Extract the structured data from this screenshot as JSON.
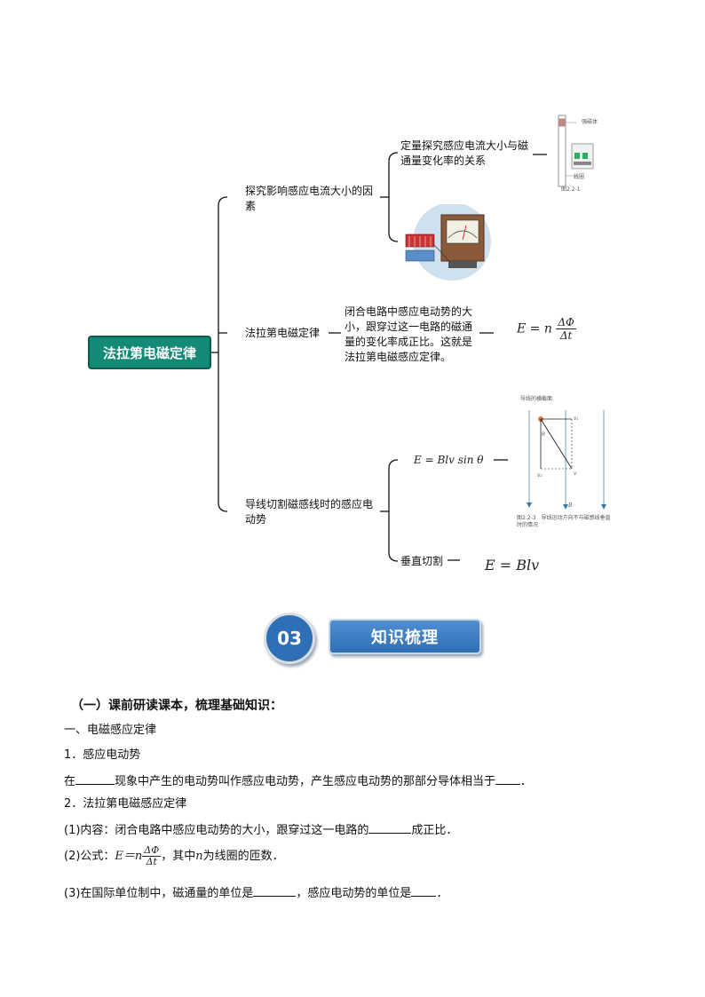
{
  "mindmap": {
    "root": "法拉第电磁定律",
    "branch1": {
      "label": "探究影响感应电流大小的因素",
      "child1": "定量探究感应电流大小与磁通量变化率的关系",
      "fig1_label_top": "强磁体",
      "fig1_label_bottom": "线圈",
      "fig1_caption": "图2.2-1"
    },
    "branch2": {
      "label": "法拉第电磁定律",
      "child": "闭合电路中感应电动势的大小，跟穿过这一电路的磁通量的变化率成正比。这就是法拉第电磁感应定律。",
      "formula_lhs": "E = n",
      "formula_num": "ΔΦ",
      "formula_den": "Δt"
    },
    "branch3": {
      "label": "导线切割磁感线时的感应电动势",
      "child1_formula": "E = Blv sin θ",
      "child2": "垂直切割",
      "child2_formula": "E = Blv",
      "fig_title": "导线的横截面",
      "fig_v1": "v₁",
      "fig_v2": "v₂",
      "fig_v": "v",
      "fig_theta": "θ",
      "fig_B": "B",
      "fig_caption": "图2.2-3　导线运动方向不与磁感线垂直时的情况"
    }
  },
  "section": {
    "number": "03",
    "title": "知识梳理"
  },
  "content": {
    "heading": "（一）课前研读课本，梳理基础知识：",
    "h1": "一、电磁感应定律",
    "item1_title": "1．感应电动势",
    "item1_p_a": "在",
    "item1_p_b": "现象中产生的电动势叫作感应电动势，产生感应电动势的那部分导体相当于",
    "item1_p_c": "．",
    "item2_title": "2．法拉第电磁感应定律",
    "item2_1_a": "(1)内容：闭合电路中感应电动势的大小，跟穿过这一电路的",
    "item2_1_b": "成正比．",
    "item2_2_a": "(2)公式：",
    "item2_2_formula": "E＝n",
    "item2_2_num": "ΔΦ",
    "item2_2_den": "Δt",
    "item2_2_b": "，其中",
    "item2_2_n": "n",
    "item2_2_c": "为线圈的匝数．",
    "item2_3_a": "(3)在国际单位制中，磁通量的单位是",
    "item2_3_b": "，感应电动势的单位是",
    "item2_3_c": "．"
  },
  "colors": {
    "root_fill": "#138a76",
    "banner_fill": "#2f6fb5"
  }
}
